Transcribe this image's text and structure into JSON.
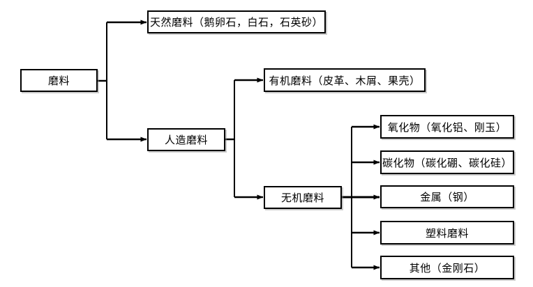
{
  "diagram": {
    "nodes": {
      "root": {
        "label": "磨料"
      },
      "natural": {
        "label": "天然磨料（鹅卵石，白石，石英砂）"
      },
      "artificial": {
        "label": "人造磨料"
      },
      "organic": {
        "label": "有机磨料（皮革、木屑、果壳）"
      },
      "inorganic": {
        "label": "无机磨料"
      },
      "oxide": {
        "label": "氧化物（氧化铝、刚玉）"
      },
      "carbide": {
        "label": "碳化物（碳化硼、碳化硅）"
      },
      "metal": {
        "label": "金属（钢）"
      },
      "plastic": {
        "label": "塑料磨料"
      },
      "other": {
        "label": "其他（金刚石）"
      }
    },
    "hierarchy": {
      "磨料": [
        "天然磨料",
        "人造磨料"
      ],
      "人造磨料": [
        "有机磨料",
        "无机磨料"
      ],
      "无机磨料": [
        "氧化物",
        "碳化物",
        "金属",
        "塑料磨料",
        "其他"
      ]
    },
    "colors": {
      "line": "#000000",
      "box_border": "#000000",
      "background": "#ffffff"
    }
  }
}
